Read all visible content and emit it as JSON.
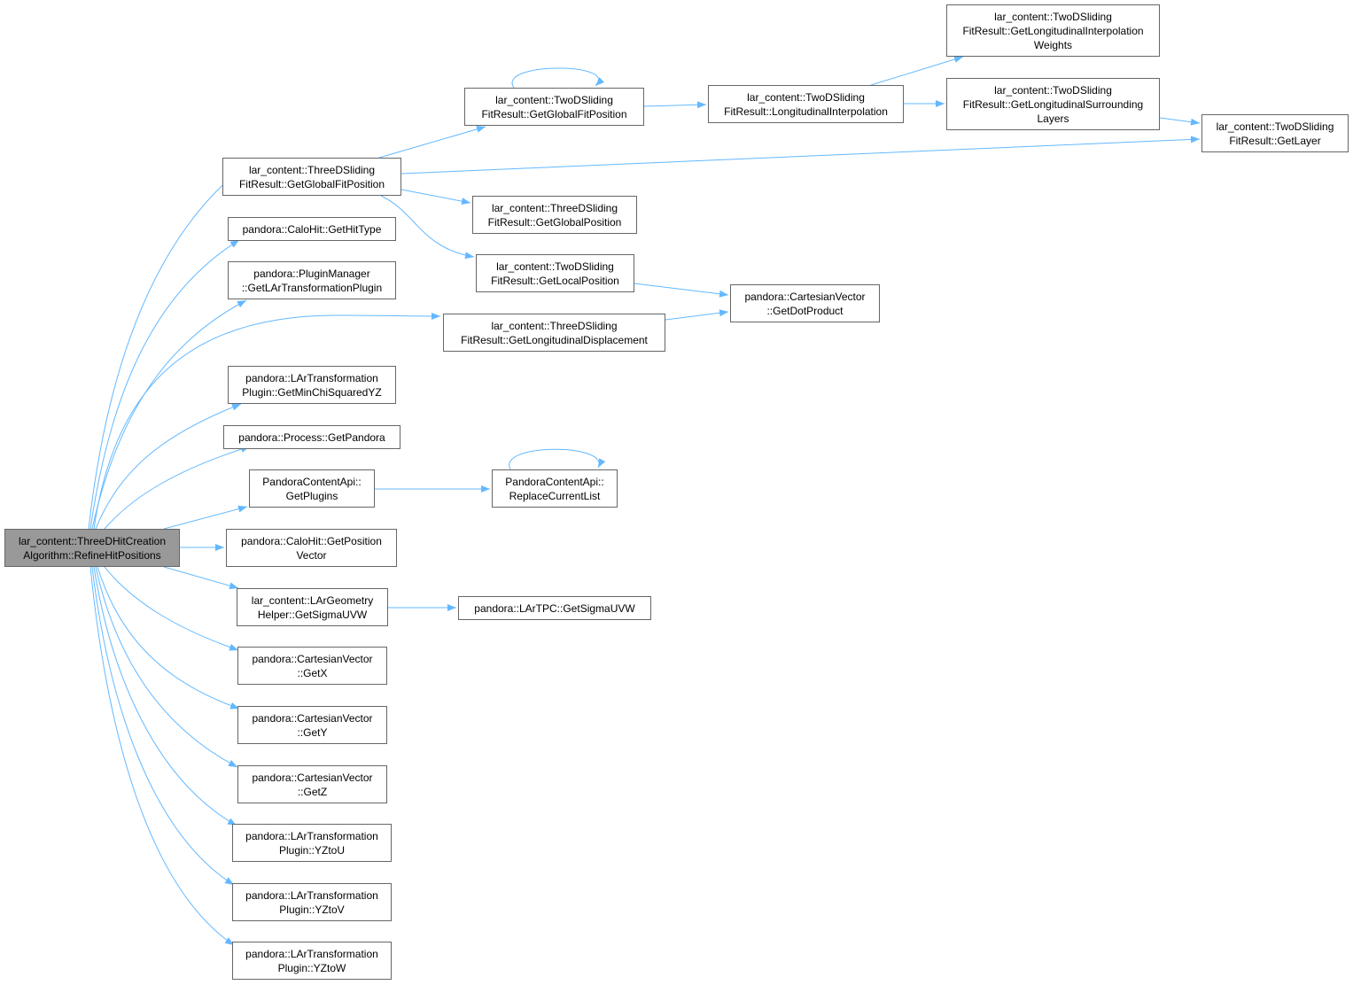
{
  "colors": {
    "edge": "#63b8ff",
    "border": "#666666",
    "root_fill": "#999999",
    "node_fill": "#ffffff"
  },
  "nodes": {
    "refine": {
      "label": "lar_content::ThreeDHitCreation\nAlgorithm::RefineHitPositions"
    },
    "three_getglobalfitpos": {
      "label": "lar_content::ThreeDSliding\nFitResult::GetGlobalFitPosition"
    },
    "gethittype": {
      "label": "pandora::CaloHit::GetHitType"
    },
    "getlartransplugin": {
      "label": "pandora::PluginManager\n::GetLArTransformationPlugin"
    },
    "getminchi": {
      "label": "pandora::LArTransformation\nPlugin::GetMinChiSquaredYZ"
    },
    "getpandora": {
      "label": "pandora::Process::GetPandora"
    },
    "getplugins": {
      "label": "PandoraContentApi::\nGetPlugins"
    },
    "getposvec": {
      "label": "pandora::CaloHit::GetPosition\nVector"
    },
    "geomsigma": {
      "label": "lar_content::LArGeometry\nHelper::GetSigmaUVW"
    },
    "getx": {
      "label": "pandora::CartesianVector\n::GetX"
    },
    "gety": {
      "label": "pandora::CartesianVector\n::GetY"
    },
    "getz": {
      "label": "pandora::CartesianVector\n::GetZ"
    },
    "yztou": {
      "label": "pandora::LArTransformation\nPlugin::YZtoU"
    },
    "yztov": {
      "label": "pandora::LArTransformation\nPlugin::YZtoV"
    },
    "yztow": {
      "label": "pandora::LArTransformation\nPlugin::YZtoW"
    },
    "two_getglobalfitpos": {
      "label": "lar_content::TwoDSliding\nFitResult::GetGlobalFitPosition"
    },
    "three_getglobalpos": {
      "label": "lar_content::ThreeDSliding\nFitResult::GetGlobalPosition"
    },
    "two_getlocalpos": {
      "label": "lar_content::TwoDSliding\nFitResult::GetLocalPosition"
    },
    "three_getlongdisp": {
      "label": "lar_content::ThreeDSliding\nFitResult::GetLongitudinalDisplacement"
    },
    "replacecurrent": {
      "label": "PandoraContentApi::\nReplaceCurrentList"
    },
    "tpcsigma": {
      "label": "pandora::LArTPC::GetSigmaUVW"
    },
    "longinterp": {
      "label": "lar_content::TwoDSliding\nFitResult::LongitudinalInterpolation"
    },
    "getdot": {
      "label": "pandora::CartesianVector\n::GetDotProduct"
    },
    "longinterpweights": {
      "label": "lar_content::TwoDSliding\nFitResult::GetLongitudinalInterpolation\nWeights"
    },
    "longsurround": {
      "label": "lar_content::TwoDSliding\nFitResult::GetLongitudinalSurrounding\nLayers"
    },
    "getlayer": {
      "label": "lar_content::TwoDSliding\nFitResult::GetLayer"
    }
  },
  "edges": [
    [
      "refine",
      "three_getglobalfitpos"
    ],
    [
      "refine",
      "gethittype"
    ],
    [
      "refine",
      "getlartransplugin"
    ],
    [
      "refine",
      "three_getlongdisp"
    ],
    [
      "refine",
      "getminchi"
    ],
    [
      "refine",
      "getpandora"
    ],
    [
      "refine",
      "getplugins"
    ],
    [
      "refine",
      "getposvec"
    ],
    [
      "refine",
      "geomsigma"
    ],
    [
      "refine",
      "getx"
    ],
    [
      "refine",
      "gety"
    ],
    [
      "refine",
      "getz"
    ],
    [
      "refine",
      "yztou"
    ],
    [
      "refine",
      "yztov"
    ],
    [
      "refine",
      "yztow"
    ],
    [
      "three_getglobalfitpos",
      "two_getglobalfitpos"
    ],
    [
      "three_getglobalfitpos",
      "getlayer"
    ],
    [
      "three_getglobalfitpos",
      "three_getglobalpos"
    ],
    [
      "three_getglobalfitpos",
      "two_getlocalpos"
    ],
    [
      "two_getglobalfitpos",
      "two_getglobalfitpos"
    ],
    [
      "two_getglobalfitpos",
      "longinterp"
    ],
    [
      "longinterp",
      "longinterpweights"
    ],
    [
      "longinterp",
      "longsurround"
    ],
    [
      "longsurround",
      "getlayer"
    ],
    [
      "two_getlocalpos",
      "getdot"
    ],
    [
      "three_getlongdisp",
      "getdot"
    ],
    [
      "getplugins",
      "replacecurrent"
    ],
    [
      "replacecurrent",
      "replacecurrent"
    ],
    [
      "geomsigma",
      "tpcsigma"
    ]
  ]
}
